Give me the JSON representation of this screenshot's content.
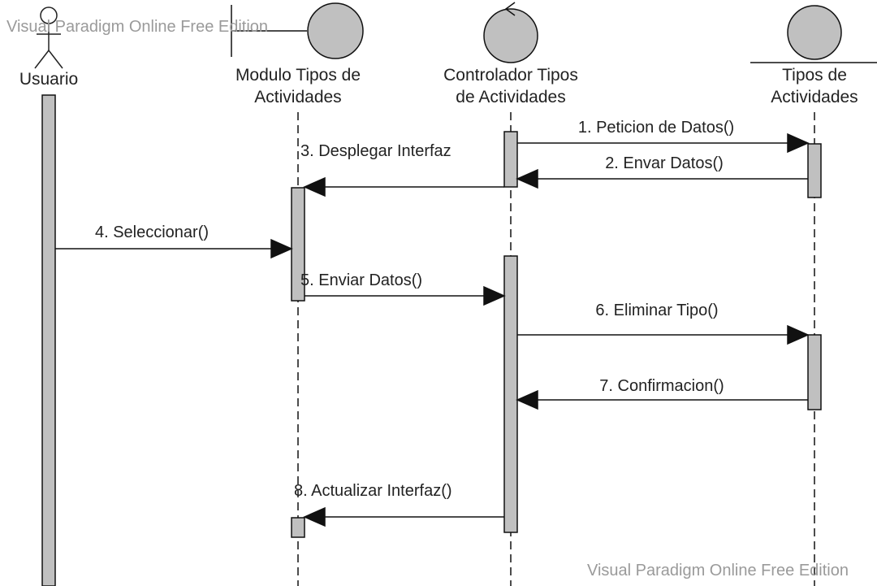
{
  "watermark": "Visual Paradigm Online Free Edition",
  "colors": {
    "line": "#111111",
    "fill": "#c0c0c0",
    "watermark": "#9a9a9a"
  },
  "participants": [
    {
      "id": "usuario",
      "kind": "actor",
      "name_lines": [
        "Usuario"
      ]
    },
    {
      "id": "modulo",
      "kind": "boundary",
      "name_lines": [
        "Modulo Tipos de",
        "Actividades"
      ]
    },
    {
      "id": "controlador",
      "kind": "control",
      "name_lines": [
        "Controlador Tipos",
        "de Actividades"
      ]
    },
    {
      "id": "tipos",
      "kind": "entity",
      "name_lines": [
        "Tipos de",
        "Actividades"
      ]
    }
  ],
  "messages": [
    {
      "label": "1. Peticion de Datos()",
      "from": "controlador",
      "to": "tipos"
    },
    {
      "label": "2. Envar Datos()",
      "from": "tipos",
      "to": "controlador"
    },
    {
      "label": "3. Desplegar Interfaz",
      "from": "controlador",
      "to": "modulo"
    },
    {
      "label": "4. Seleccionar()",
      "from": "usuario",
      "to": "modulo"
    },
    {
      "label": "5. Enviar Datos()",
      "from": "modulo",
      "to": "controlador"
    },
    {
      "label": "6. Eliminar Tipo()",
      "from": "controlador",
      "to": "tipos"
    },
    {
      "label": "7. Confirmacion()",
      "from": "tipos",
      "to": "controlador"
    },
    {
      "label": "8. Actualizar Interfaz()",
      "from": "controlador",
      "to": "modulo"
    }
  ]
}
